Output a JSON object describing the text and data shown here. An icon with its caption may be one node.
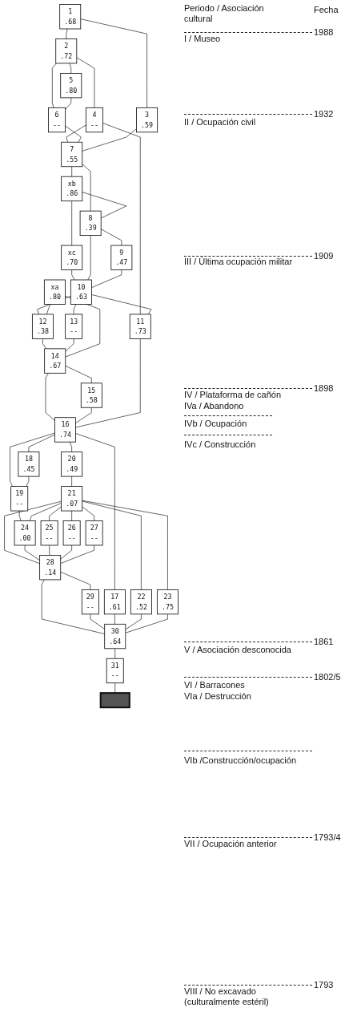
{
  "diagram": {
    "nodes": [
      {
        "text": [
          "1",
          ".68"
        ]
      },
      {
        "text": [
          "2",
          ".72"
        ]
      },
      {
        "text": [
          "4",
          "--"
        ]
      },
      {
        "text": [
          "5",
          ".80"
        ]
      },
      {
        "text": [
          "3",
          ".59"
        ]
      },
      {
        "text": [
          "6",
          "--"
        ]
      },
      {
        "text": [
          "7",
          ".55"
        ]
      },
      {
        "text": [
          "xb",
          ".86"
        ]
      },
      {
        "text": [
          "8",
          ".39"
        ]
      },
      {
        "text": [
          "xc",
          ".70"
        ]
      },
      {
        "text": [
          "9",
          ".47"
        ]
      },
      {
        "text": [
          "10",
          ".63"
        ]
      },
      {
        "text": [
          "11",
          ".73"
        ]
      },
      {
        "text": [
          "12",
          ".38"
        ]
      },
      {
        "text": [
          "13",
          "--"
        ]
      },
      {
        "text": [
          "xa",
          ".80"
        ]
      },
      {
        "text": [
          "14",
          ".67"
        ]
      },
      {
        "text": [
          "15",
          ".58"
        ]
      },
      {
        "text": [
          "16",
          ".74"
        ]
      },
      {
        "text": [
          "17",
          ".61"
        ]
      },
      {
        "text": [
          "18",
          ".45"
        ]
      },
      {
        "text": [
          "19",
          "--"
        ]
      },
      {
        "text": [
          "20",
          ".49"
        ]
      },
      {
        "text": [
          "21",
          ".07"
        ]
      },
      {
        "text": [
          "24",
          ".00"
        ]
      },
      {
        "text": [
          "22",
          ".52"
        ]
      },
      {
        "text": [
          "23",
          ".75"
        ]
      },
      {
        "text": [
          "25",
          "--"
        ]
      },
      {
        "text": [
          "26",
          "--"
        ]
      },
      {
        "text": [
          "27",
          "--"
        ]
      },
      {
        "text": [
          "28",
          ".14"
        ]
      },
      {
        "text": [
          "29",
          "--"
        ]
      },
      {
        "text": [
          "30",
          ".64"
        ]
      },
      {
        "text": [
          "31",
          "--"
        ]
      },
      {
        "text": [],
        "shape": "box"
      }
    ],
    "edges": [
      {
        "from": 0,
        "to": 1,
        "arrow": "none"
      },
      {
        "from": 0,
        "to": 4,
        "arrow": "none"
      },
      {
        "from": 1,
        "to": 2,
        "arrow": "none"
      },
      {
        "from": 1,
        "to": 3,
        "arrow": "none"
      },
      {
        "from": 1,
        "to": 5,
        "arrow": "none"
      },
      {
        "from": 3,
        "to": 5,
        "arrow": "none"
      },
      {
        "from": 2,
        "to": 6,
        "arrow": "none"
      },
      {
        "from": 5,
        "to": 6,
        "arrow": "none"
      },
      {
        "from": 4,
        "to": 6,
        "arrow": "none"
      },
      {
        "from": 2,
        "to": 12,
        "arrow": "none"
      },
      {
        "from": 6,
        "to": 8,
        "arrow": "none"
      },
      {
        "from": 6,
        "to": 7,
        "arrow": "none"
      },
      {
        "from": 7,
        "to": 8,
        "arrow": "none"
      },
      {
        "from": 7,
        "to": 9,
        "arrow": "none"
      },
      {
        "from": 9,
        "to": 11,
        "arrow": "none"
      },
      {
        "from": 8,
        "to": 10,
        "arrow": "none"
      },
      {
        "from": 8,
        "to": 11,
        "arrow": "none"
      },
      {
        "from": 10,
        "to": 11,
        "arrow": "none"
      },
      {
        "from": 11,
        "to": 12,
        "arrow": "none"
      },
      {
        "from": 11,
        "to": 13,
        "arrow": "none"
      },
      {
        "from": 11,
        "to": 14,
        "arrow": "none"
      },
      {
        "from": 13,
        "to": 16,
        "arrow": "none"
      },
      {
        "from": 14,
        "to": 16,
        "arrow": "none"
      },
      {
        "from": 15,
        "to": 13,
        "arrow": "none"
      },
      {
        "from": 15,
        "to": 16,
        "arrow": "none"
      },
      {
        "from": 16,
        "to": 17,
        "arrow": "none"
      },
      {
        "from": 16,
        "to": 18,
        "arrow": "none"
      },
      {
        "from": 17,
        "to": 18,
        "arrow": "none"
      },
      {
        "from": 12,
        "to": 18,
        "arrow": "none"
      },
      {
        "from": 18,
        "to": 19,
        "arrow": "none"
      },
      {
        "from": 18,
        "to": 22,
        "arrow": "none"
      },
      {
        "from": 18,
        "to": 20,
        "arrow": "none"
      },
      {
        "from": 18,
        "to": 21,
        "arrow": "none"
      },
      {
        "from": 20,
        "to": 21,
        "arrow": "none"
      },
      {
        "from": 21,
        "to": 24,
        "arrow": "none"
      },
      {
        "from": 22,
        "to": 23,
        "arrow": "none"
      },
      {
        "from": 23,
        "to": 24,
        "arrow": "none"
      },
      {
        "from": 23,
        "to": 25,
        "arrow": "none"
      },
      {
        "from": 23,
        "to": 26,
        "arrow": "none"
      },
      {
        "from": 23,
        "to": 27,
        "arrow": "none"
      },
      {
        "from": 23,
        "to": 28,
        "arrow": "none"
      },
      {
        "from": 23,
        "to": 29,
        "arrow": "none"
      },
      {
        "from": 23,
        "to": 30,
        "arrow": "none"
      },
      {
        "from": 24,
        "to": 30,
        "arrow": "none"
      },
      {
        "from": 27,
        "to": 30,
        "arrow": "none"
      },
      {
        "from": 28,
        "to": 30,
        "arrow": "none"
      },
      {
        "from": 29,
        "to": 30,
        "arrow": "none"
      },
      {
        "from": 30,
        "to": 31,
        "arrow": "none"
      },
      {
        "from": 30,
        "to": 32,
        "arrow": "none"
      },
      {
        "from": 31,
        "to": 32,
        "arrow": "none"
      },
      {
        "from": 19,
        "to": 32,
        "arrow": "none"
      },
      {
        "from": 25,
        "to": 32,
        "arrow": "none"
      },
      {
        "from": 26,
        "to": 32,
        "arrow": "none"
      },
      {
        "from": 32,
        "to": 33,
        "arrow": "none"
      },
      {
        "from": 33,
        "to": 34,
        "arrow": "none"
      }
    ],
    "labels": [
      "Periodo / Asociación cultural",
      "Fecha",
      "1988",
      "I / Museo",
      "1932",
      "II / Ocupación civil",
      "1909",
      "III / Última ocupación militar",
      "1898",
      "IV / Plataforma de cañón",
      "IVa / Abandono",
      "IVb / Ocupación",
      "IVc / Construcción",
      "1861",
      "V / Asociación desconocida",
      "1802/5",
      "VI / Barracones",
      "VIa / Destrucción",
      "VIb /Construcción/ocupación",
      "1793/4",
      "VII / Ocupación anterior",
      "1793",
      "VIII / No excavado (culturalmente estéril)"
    ]
  }
}
